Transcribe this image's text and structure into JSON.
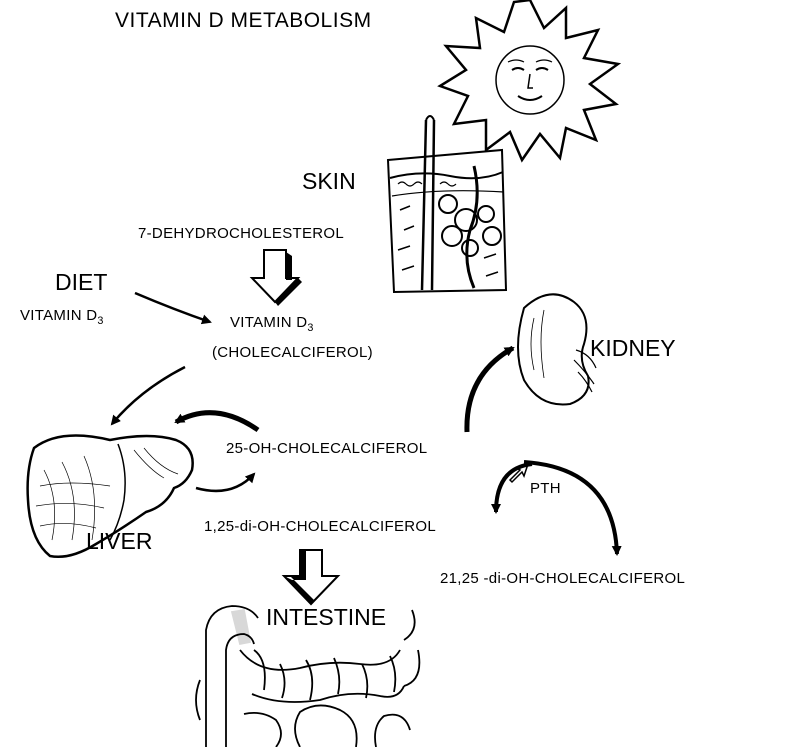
{
  "title": "VITAMIN D METABOLISM",
  "labels": {
    "skin": "SKIN",
    "diet": "DIET",
    "kidney": "KIDNEY",
    "liver": "LIVER",
    "intestine": "INTESTINE"
  },
  "compounds": {
    "dehydrocholesterol": "7-DEHYDROCHOLESTEROL",
    "diet_vitamin_prefix": "VITAMIN D",
    "diet_vitamin_sub": "3",
    "vitamin_d3_prefix": "VITAMIN D",
    "vitamin_d3_sub": "3",
    "cholecalciferol": "(CHOLECALCIFEROL)",
    "hydroxy25": "25-OH-CHOLECALCIFEROL",
    "pth": "PTH",
    "dihydroxy125": "1,25-di-OH-CHOLECALCIFEROL",
    "dihydroxy2125": "21,25 -di-OH-CHOLECALCIFEROL"
  },
  "colors": {
    "ink": "#000000",
    "paper": "#ffffff"
  },
  "icons": [
    "sun-icon",
    "skin-cross-section-icon",
    "kidney-icon",
    "liver-icon",
    "intestine-icon"
  ]
}
